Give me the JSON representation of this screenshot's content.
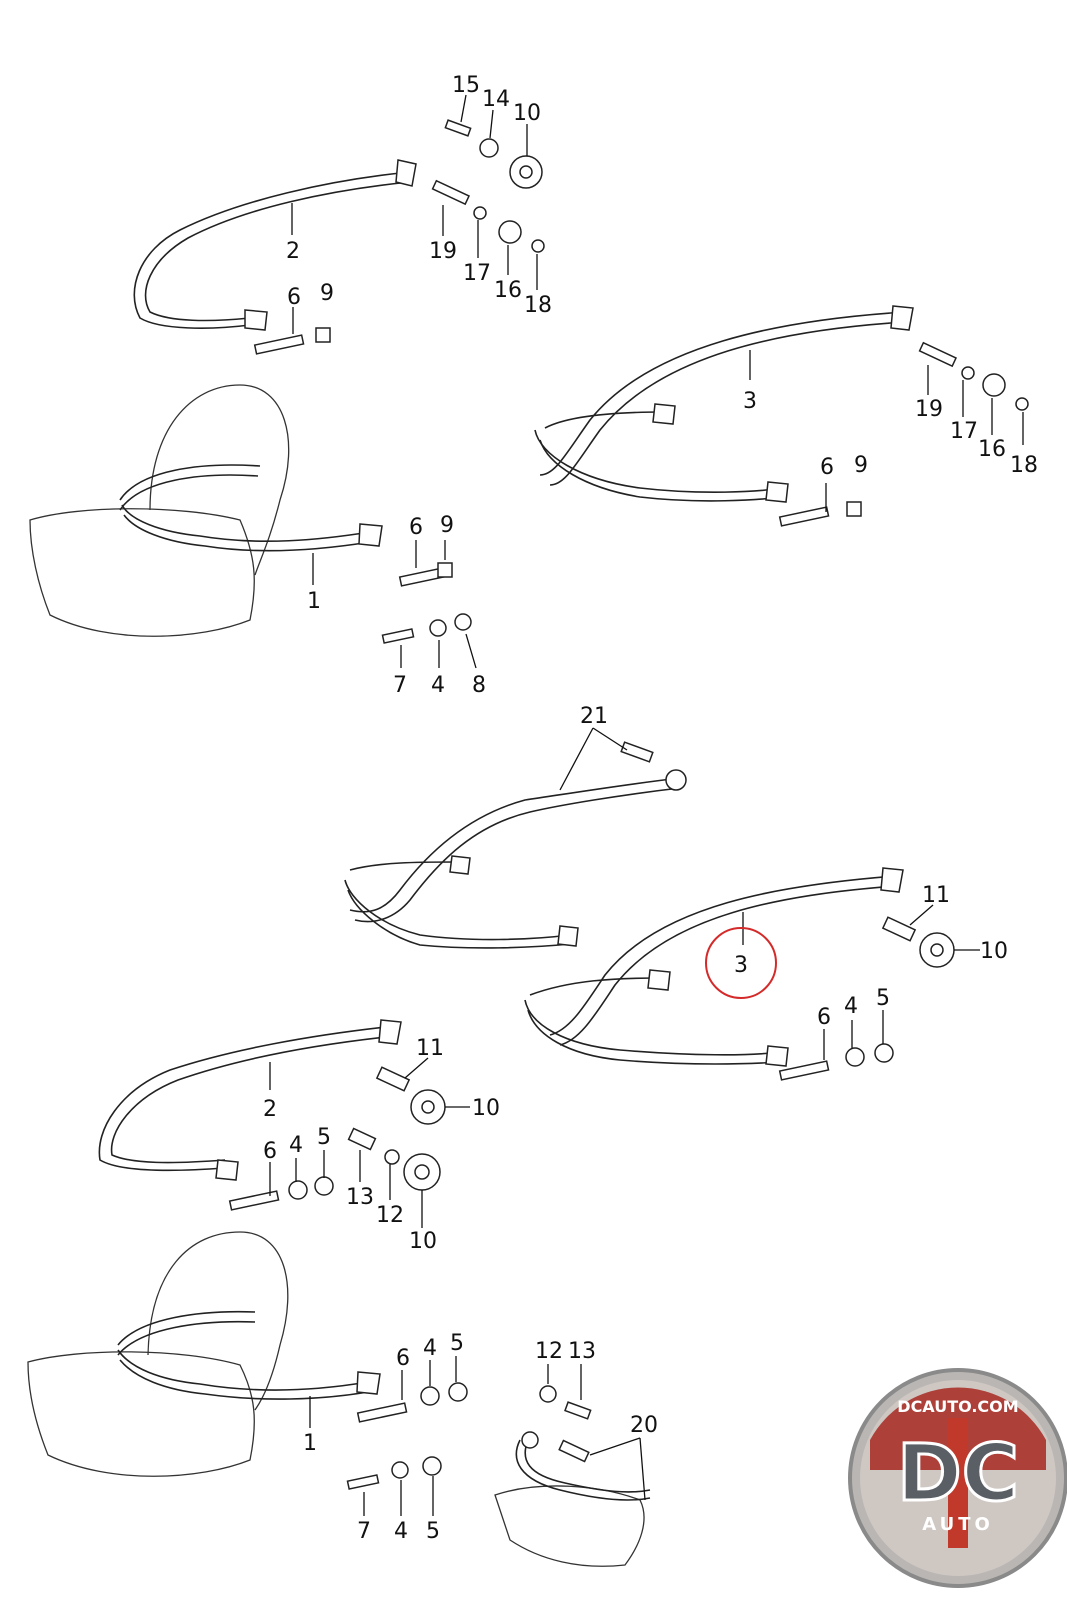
{
  "labels": {
    "l15a": "15",
    "l14a": "14",
    "l10a": "10",
    "l2a": "2",
    "l19a": "19",
    "l17a": "17",
    "l16a": "16",
    "l18a": "18",
    "l6a": "6",
    "l9a": "9",
    "l3a": "3",
    "l19b": "19",
    "l17b": "17",
    "l16b": "16",
    "l18b": "18",
    "l6b": "6",
    "l9b": "9",
    "l1a": "1",
    "l6c": "6",
    "l9c": "9",
    "l7a": "7",
    "l4a": "4",
    "l8a": "8",
    "l21": "21",
    "l3b": "3",
    "l11a": "11",
    "l10b": "10",
    "l6d": "6",
    "l4b": "4",
    "l5a": "5",
    "l2b": "2",
    "l11b": "11",
    "l10c": "10",
    "l6e": "6",
    "l4c": "4",
    "l5b": "5",
    "l13a": "13",
    "l12a": "12",
    "l10d": "10",
    "l1b": "1",
    "l6f": "6",
    "l4d": "4",
    "l5c": "5",
    "l12b": "12",
    "l13b": "13",
    "l20": "20",
    "l7b": "7",
    "l4e": "4",
    "l5d": "5"
  },
  "highlight": {
    "label": "3",
    "color": "#d42a2a"
  },
  "logo": {
    "top_text": "DCAUTO.COM",
    "main_text": "DC",
    "sub_text": "AUTO",
    "accent": "#c0392b",
    "ring": "#8a8a8a"
  }
}
